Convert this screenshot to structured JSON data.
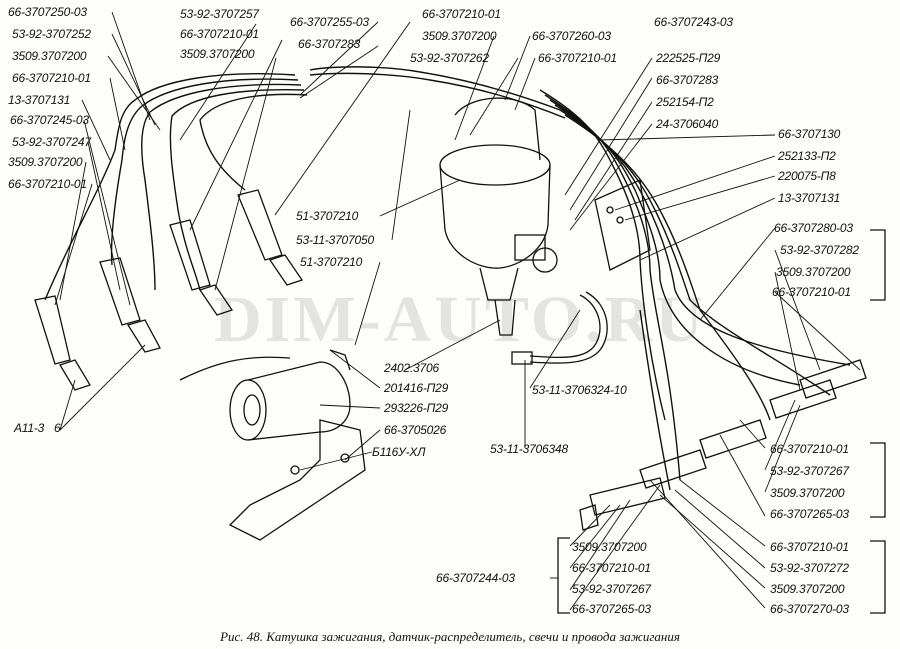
{
  "figure": {
    "caption": "Рис. 48. Катушка зажигания, датчик-распределитель, свечи и провода зажигания",
    "watermark": "DIM-AUTO.RU"
  },
  "labels": {
    "left": [
      "66-3707250-03",
      "53-92-3707252",
      "3509.3707200",
      "66-3707210-01",
      "13-3707131",
      "66-3707245-03",
      "53-92-3707247",
      "3509.3707200",
      "66-3707210-01"
    ],
    "top_a": [
      "53-92-3707257",
      "66-3707210-01",
      "3509.3707200"
    ],
    "top_b": [
      "66-3707255-03",
      "66-3707283"
    ],
    "top_c": [
      "66-3707210-01",
      "3509.3707200",
      "53-92-3707262"
    ],
    "top_d": [
      "66-3707260-03",
      "66-3707210-01"
    ],
    "top_right": "66-3707243-03",
    "dist_right": [
      "222525-П29",
      "66-3707283",
      "252154-П2",
      "24-3706040"
    ],
    "bracket_right": [
      "66-3707130",
      "252133-П2",
      "220075-П8",
      "13-3707131"
    ],
    "right_group_a": [
      "66-3707280-03",
      "53-92-3707282",
      "3509.3707200",
      "66-3707210-01"
    ],
    "middle": [
      "51-3707210",
      "53-11-3707050",
      "51-3707210"
    ],
    "coil": [
      "2402.3706",
      "201416-П29",
      "293226-П29",
      "66-3705026",
      "Б116У-ХЛ"
    ],
    "hose": [
      "53-11-3706324-10",
      "53-11-3706348"
    ],
    "plug": "А11-3",
    "plug_qty": "6",
    "right_group_b": [
      "66-3707210-01",
      "53-92-3707267",
      "3509.3707200",
      "66-3707265-03"
    ],
    "right_group_c": [
      "66-3707210-01",
      "53-92-3707272",
      "3509.3707200",
      "66-3707270-03"
    ],
    "bottom_group": [
      "3509.3707200",
      "66-3707210-01",
      "53-92-3707267",
      "66-3707265-03"
    ],
    "bottom_left": "66-3707244-03"
  }
}
